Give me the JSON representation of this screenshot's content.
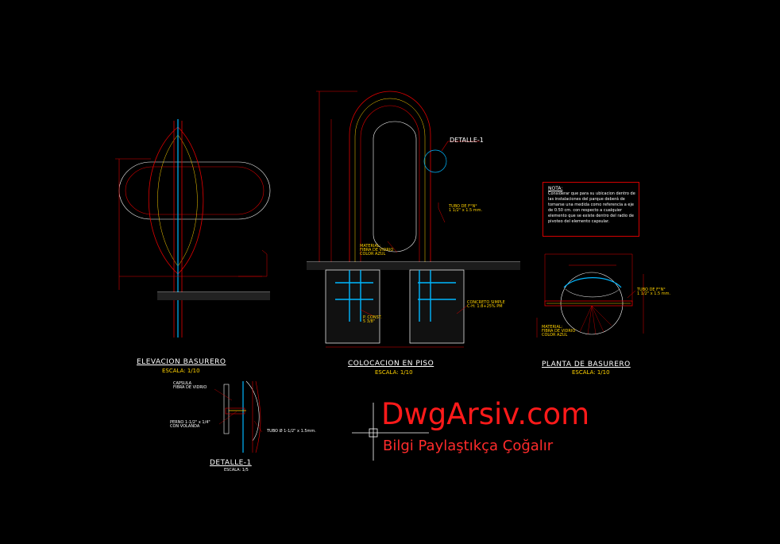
{
  "views": {
    "elevacion": {
      "title": "ELEVACION BASURERO",
      "scale": "ESCALA: 1/10"
    },
    "colocacion": {
      "title": "COLOCACION EN PISO",
      "scale": "ESCALA: 1/10"
    },
    "planta": {
      "title": "PLANTA DE BASURERO",
      "scale": "ESCALA: 1/10"
    },
    "detalle": {
      "title": "DETALLE-1",
      "scale": "ESCALA: 1/5"
    }
  },
  "callouts": {
    "detalle_tag": "DETALLE-1",
    "tubo_elev": "TUBO DE F°N°\n1 1/2\" x 1.5 mm.",
    "material_elev": "MATERIAL:\nFIBRA DE VIDRIO\nCOLOR AZUL",
    "concreto": "CONCRETO SIMPLE\nC-H: 1:8+25% PM",
    "p_const": "P. CONST.\n5 3/8\"",
    "tubo_planta": "TUBO DE F°N°\n1 1/2\" x 1.5 mm.",
    "material_planta": "MATERIAL:\nFIBRA DE VIDRIO\nCOLOR AZUL",
    "capsula": "CAPSULA\nFIBRA DE VIDRIO",
    "perno": "PERNO 1-1/2\" x 1/4\"\nCON VOLANDA",
    "tubo_detalle": "TUBO Ø 1-1/2\" x 1.5mm."
  },
  "note": {
    "title": "NOTA:",
    "body": "Considerar que para su ubicacion dentro de las instalaciones del parque deberá de tomarse una medida como referencia a eje de 0.50 cm. con respecto a cualquier elemento que se existe dentro del radio de pivoteo del elemento capsular."
  },
  "watermark": {
    "brand": "DwgArsiv.com",
    "tagline": "Bilgi Paylaştıkça Çoğalır"
  },
  "colors": {
    "background": "#000000",
    "red_line": "#e00000",
    "yellow_text": "#ffd200",
    "cyan": "#00b7ff",
    "white": "#ffffff",
    "watermark": "#ff1a1a"
  }
}
